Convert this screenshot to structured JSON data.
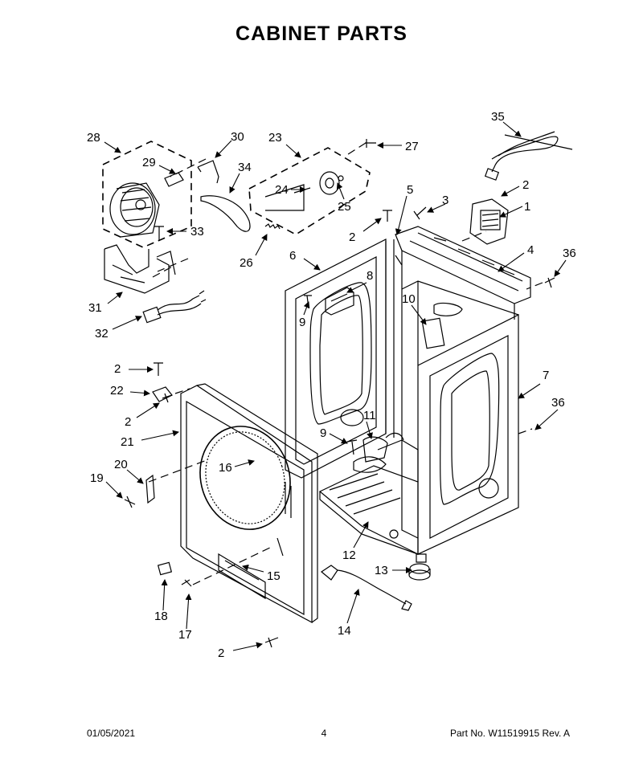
{
  "page": {
    "title": "CABINET PARTS"
  },
  "callouts": [
    "1",
    "2",
    "3",
    "4",
    "5",
    "6",
    "7",
    "8",
    "9",
    "10",
    "11",
    "12",
    "13",
    "14",
    "15",
    "16",
    "17",
    "18",
    "19",
    "20",
    "21",
    "22",
    "23",
    "24",
    "25",
    "26",
    "27",
    "28",
    "29",
    "30",
    "31",
    "32",
    "33",
    "34",
    "35",
    "36"
  ],
  "footer": {
    "date": "01/05/2021",
    "page_number": "4",
    "part_number": "Part No.  W11519915  Rev.  A"
  }
}
